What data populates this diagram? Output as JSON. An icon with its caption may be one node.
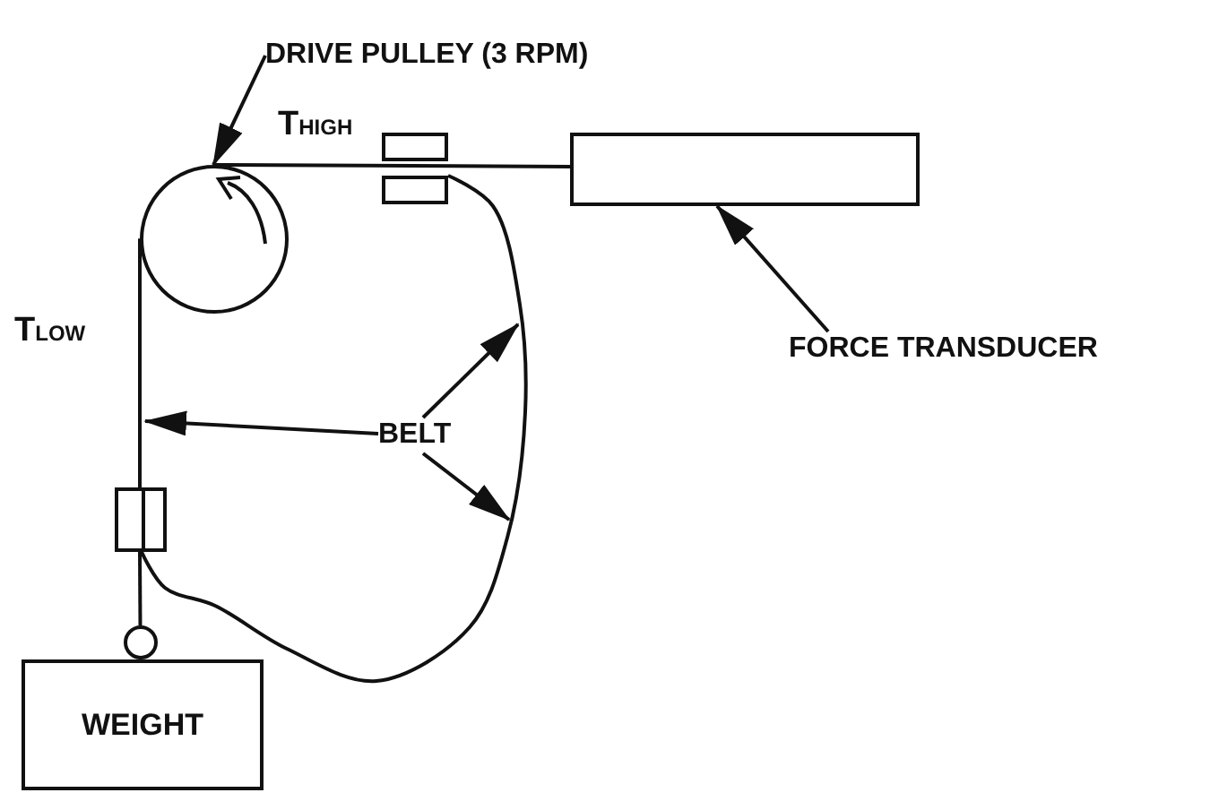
{
  "diagram": {
    "nodes": [
      {
        "text": [
          "DRIVE PULLEY (3 RPM)"
        ]
      },
      {
        "text": [],
        "shape": "circle"
      },
      {
        "text": [
          "FORCE TRANSDUCER"
        ]
      },
      {
        "text": [],
        "shape": "box"
      },
      {
        "text": [
          "BELT"
        ]
      },
      {
        "text": [
          "WEIGHT"
        ]
      },
      {
        "text": [],
        "shape": "box"
      },
      {
        "text": [],
        "shape": "box"
      },
      {
        "text": [],
        "shape": "box"
      },
      {
        "text": [],
        "shape": "circle"
      }
    ],
    "edges": [
      {
        "from": 0,
        "to": 1,
        "arrow": "to"
      },
      {
        "from": 2,
        "to": 3,
        "arrow": "to"
      },
      {
        "from": 4,
        "to": null,
        "arrow": "to"
      },
      {
        "from": 4,
        "to": null,
        "arrow": "to"
      },
      {
        "from": 4,
        "to": null,
        "arrow": "to"
      },
      {
        "from": 1,
        "to": 3,
        "arrow": "none"
      },
      {
        "from": 1,
        "to": 8,
        "arrow": "none"
      },
      {
        "from": 8,
        "to": 9,
        "arrow": "none"
      },
      {
        "from": 7,
        "to": 8,
        "arrow": "none"
      }
    ],
    "labels": [
      "T$_{HIGH}$",
      "T$_{LOW}$"
    ]
  }
}
